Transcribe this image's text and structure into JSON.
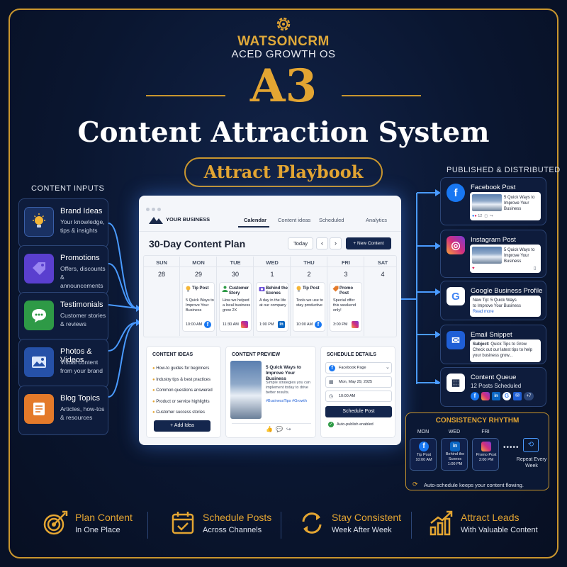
{
  "header": {
    "brand": "WATSONCRM",
    "tagline": "ACED GROWTH OS",
    "code": "A3",
    "title": "Content Attraction System",
    "playbook": "Attract Playbook"
  },
  "inputs": {
    "heading": "CONTENT INPUTS",
    "items": [
      {
        "title": "Brand Ideas",
        "desc": "Your knowledge, tips & insights"
      },
      {
        "title": "Promotions",
        "desc": "Offers, discounts & announcements"
      },
      {
        "title": "Testimonials",
        "desc": "Customer stories & reviews"
      },
      {
        "title": "Photos & Videos",
        "desc": "Visual content from your brand"
      },
      {
        "title": "Blog Topics",
        "desc": "Articles, how-tos & resources"
      }
    ]
  },
  "app": {
    "logo_label": "YOUR BUSINESS",
    "tabs": [
      "Calendar",
      "Content ideas",
      "Scheduled",
      "Analytics"
    ],
    "plan_title": "30-Day Content Plan",
    "today": "Today",
    "new_content": "+ New Content",
    "days": [
      {
        "name": "SUN",
        "num": "28"
      },
      {
        "name": "MON",
        "num": "29"
      },
      {
        "name": "TUE",
        "num": "30"
      },
      {
        "name": "WED",
        "num": "1"
      },
      {
        "name": "THU",
        "num": "2"
      },
      {
        "name": "FRI",
        "num": "3"
      },
      {
        "name": "SAT",
        "num": "4"
      }
    ],
    "cards": [
      {
        "head": "Tip Post",
        "body": "5 Quick Ways to Improve Your Business",
        "time": "10:00 AM"
      },
      {
        "head": "Customer Story",
        "body": "How we helped a local business grow 2X",
        "time": "11:30 AM"
      },
      {
        "head": "Behind the Scenes",
        "body": "A day in the life at our company",
        "time": "1:00 PM"
      },
      {
        "head": "Tip Post",
        "body": "Tools we use to stay productive",
        "time": "10:00 AM"
      },
      {
        "head": "Promo Post",
        "body": "Special offer this weekend only!",
        "time": "3:00 PM"
      }
    ],
    "ideas": {
      "heading": "CONTENT IDEAS",
      "items": [
        "How-to guides for beginners",
        "Industry tips & best practices",
        "Common questions answered",
        "Product or service highlights",
        "Customer success stories"
      ],
      "add": "+ Add Idea"
    },
    "preview": {
      "heading": "CONTENT PREVIEW",
      "title": "5 Quick Ways to Improve Your Business",
      "body": "Simple strategies you can implement today to drive better results.",
      "tags": "#BusinessTips #Growth"
    },
    "schedule": {
      "heading": "SCHEDULE DETAILS",
      "page": "Facebook Page",
      "date": "Mon, May 29, 2025",
      "time": "10:00 AM",
      "button": "Schedule Post",
      "auto": "Auto-publish enabled"
    }
  },
  "published": {
    "heading": "PUBLISHED & DISTRIBUTED",
    "facebook": {
      "title": "Facebook Post",
      "text": "5 Quick Ways to Improve Your Business",
      "likes": "12"
    },
    "instagram": {
      "title": "Instagram Post",
      "text": "5 Quick Ways to Improve Your Business"
    },
    "google": {
      "title": "Google Business Profile",
      "line1": "New Tip: 5 Quick Ways",
      "line2": "to Improve Your Business",
      "link": "Read more"
    },
    "email": {
      "title": "Email Snippet",
      "subject_label": "Subject:",
      "subject": "Quick Tips to Grow",
      "body": "Check out our latest tips to help your business grow..."
    },
    "queue": {
      "title": "Content Queue",
      "count": "12 Posts Scheduled",
      "more": "+7"
    }
  },
  "rhythm": {
    "heading": "CONSISTENCY RHYTHM",
    "days": [
      {
        "day": "MON",
        "label": "Tip Post",
        "time": "10:00 AM"
      },
      {
        "day": "WED",
        "label": "Behind the Scenes",
        "time": "1:00 PM"
      },
      {
        "day": "FRI",
        "label": "Promo Post",
        "time": "3:00 PM"
      }
    ],
    "repeat": "Repeat Every Week",
    "note": "Auto-schedule keeps your content flowing."
  },
  "features": [
    {
      "title": "Plan Content",
      "desc": "In One Place"
    },
    {
      "title": "Schedule Posts",
      "desc": "Across Channels"
    },
    {
      "title": "Stay Consistent",
      "desc": "Week After Week"
    },
    {
      "title": "Attract Leads",
      "desc": "With Valuable Content"
    }
  ],
  "colors": {
    "gold": "#e3a532",
    "navy": "#0a1630",
    "blue": "#1f5fd6",
    "facebook": "#1877f2",
    "linkedin": "#0a66c2"
  }
}
